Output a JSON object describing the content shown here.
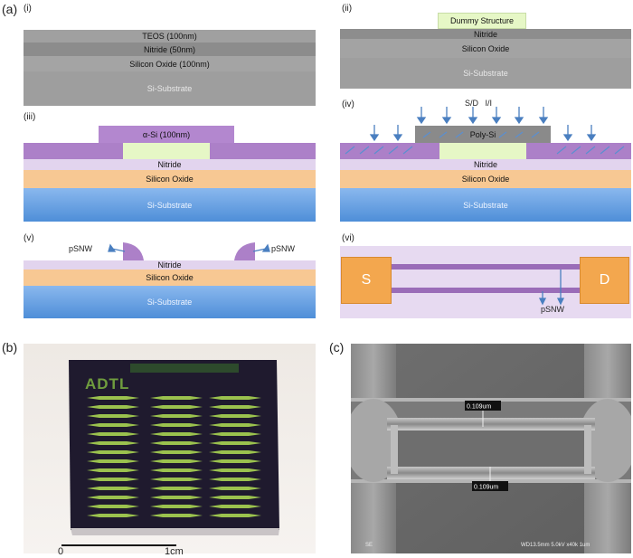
{
  "panel_a": {
    "label": "(a)",
    "steps": {
      "i": {
        "label": "(i)",
        "teos": "TEOS (100nm)",
        "nitride": "Nitride (50nm)",
        "oxide": "Silicon Oxide (100nm)",
        "substrate": "Si-Substrate"
      },
      "ii": {
        "label": "(ii)",
        "dummy": "Dummy Structure",
        "nitride": "Nitride",
        "oxide": "Silicon Oxide",
        "substrate": "Si-Substrate"
      },
      "iii": {
        "label": "(iii)",
        "asi": "α-Si (100nm)",
        "nitride": "Nitride",
        "oxide": "Silicon Oxide",
        "substrate": "Si-Substrate"
      },
      "iv": {
        "label": "(iv)",
        "implant": "S/D   I/I",
        "polysi": "Poly-Si",
        "nitride": "Nitride",
        "oxide": "Silicon Oxide",
        "substrate": "Si-Substrate"
      },
      "v": {
        "label": "(v)",
        "pswn_left": "pSNW",
        "pswn_right": "pSNW",
        "nitride": "Nitride",
        "oxide": "Silicon Oxide",
        "substrate": "Si-Substrate"
      },
      "vi": {
        "label": "(vi)",
        "source": "S",
        "drain": "D",
        "pswn": "pSNW"
      }
    }
  },
  "panel_b": {
    "label": "(b)",
    "chip_text": "ADTL",
    "scale_start": "0",
    "scale_end": "1cm"
  },
  "panel_c": {
    "label": "(c)",
    "measure_top": "0.109um",
    "measure_bottom": "0.109um",
    "sem_info": "WD13.5mm  5.0kV x40k   1um",
    "sem_left": "SE"
  },
  "colors": {
    "purple": "#b689cf",
    "lightpurple": "#e7daf1",
    "green": "#e6f7c6",
    "orange": "#f8c58f",
    "blue": "#5b9be0",
    "gray": "#a6a6a6",
    "darkgray": "#7f7f7f"
  }
}
